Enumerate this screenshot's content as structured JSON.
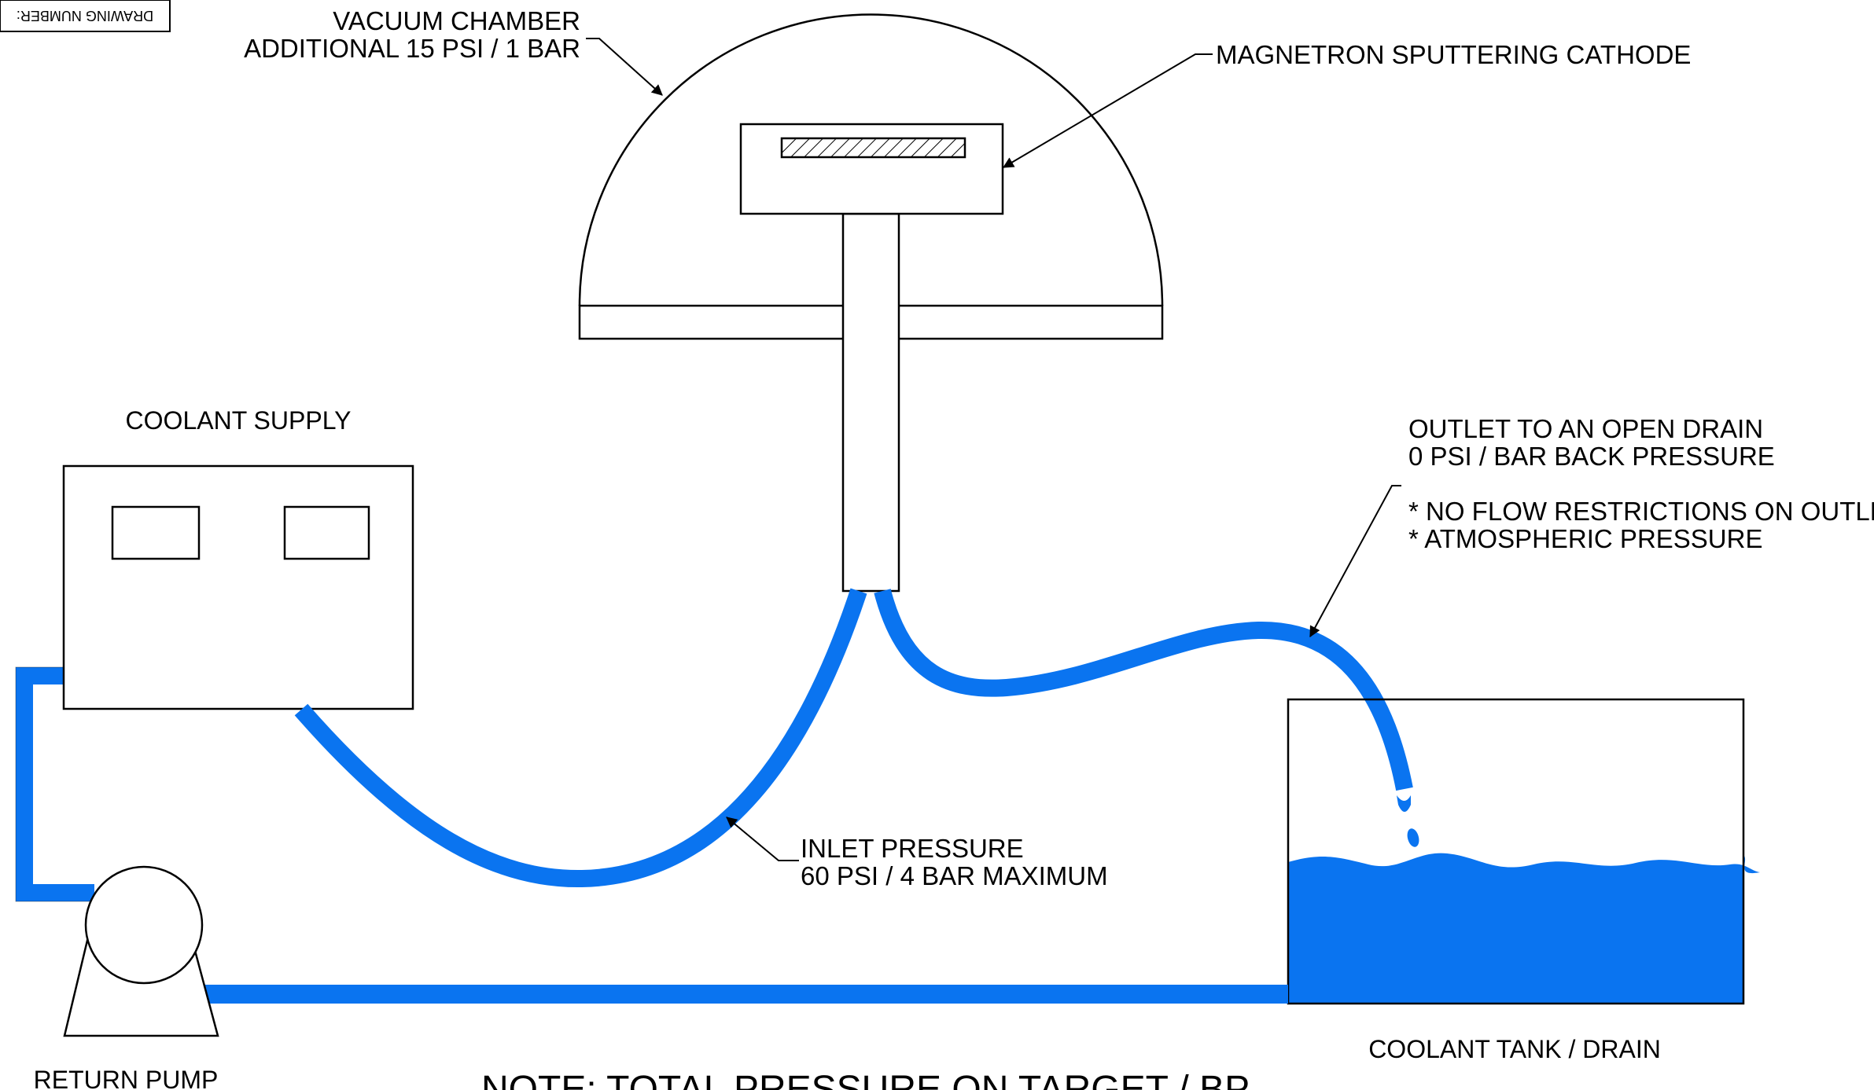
{
  "drawing_number_label": "DRAWING NUMBER:",
  "labels": {
    "vacuum_chamber": [
      "VACUUM CHAMBER",
      "ADDITIONAL 15 PSI / 1 BAR"
    ],
    "cathode": "MAGNETRON SPUTTERING CATHODE",
    "coolant_supply": "COOLANT SUPPLY",
    "outlet": [
      "OUTLET TO AN OPEN DRAIN",
      "0 PSI / BAR BACK PRESSURE"
    ],
    "outlet_notes": [
      "* NO FLOW RESTRICTIONS ON OUTLET",
      "* ATMOSPHERIC PRESSURE"
    ],
    "inlet": [
      "INLET PRESSURE",
      "60 PSI / 4 BAR MAXIMUM"
    ],
    "coolant_tank": "COOLANT TANK / DRAIN",
    "return_pump": "RETURN PUMP",
    "note": "NOTE: TOTAL PRESSURE ON TARGET / BP"
  },
  "colors": {
    "water": "#0a74f0",
    "line": "#000000",
    "background": "#ffffff"
  }
}
